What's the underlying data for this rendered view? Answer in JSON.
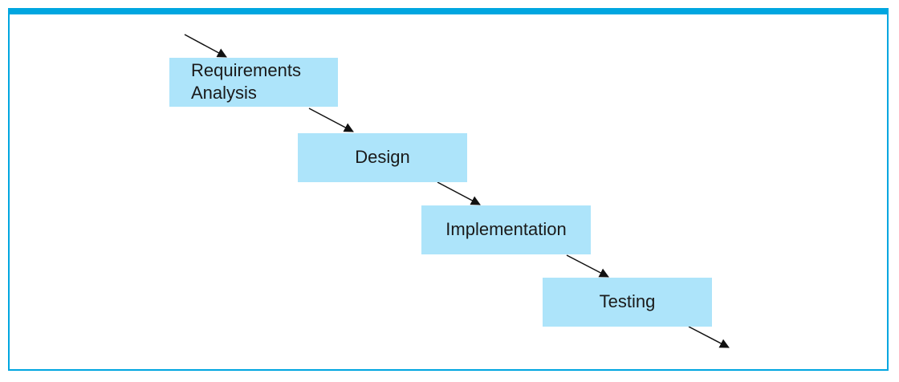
{
  "colors": {
    "frame": "#00a6e0",
    "box_fill": "#ade4fa",
    "arrow": "#111111"
  },
  "stages": [
    {
      "id": "requirements-analysis",
      "lines": [
        "Requirements",
        "Analysis"
      ]
    },
    {
      "id": "design",
      "lines": [
        "Design"
      ]
    },
    {
      "id": "implementation",
      "lines": [
        "Implementation"
      ]
    },
    {
      "id": "testing",
      "lines": [
        "Testing"
      ]
    }
  ]
}
